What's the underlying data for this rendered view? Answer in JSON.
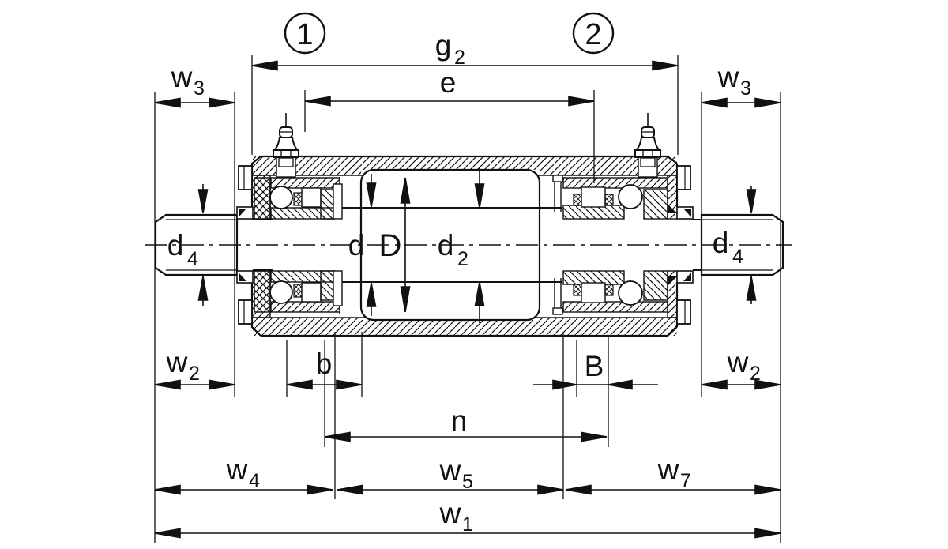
{
  "drawing": {
    "title": "bearing-unit-cross-section",
    "positions": {
      "pos1": "1",
      "pos2": "2"
    },
    "dimensions": {
      "w3_left": {
        "base": "w",
        "sub": "3"
      },
      "g2": {
        "base": "g",
        "sub": "2"
      },
      "e": {
        "base": "e",
        "sub": ""
      },
      "w3_right": {
        "base": "w",
        "sub": "3"
      },
      "d4_left": {
        "base": "d",
        "sub": "4"
      },
      "d": {
        "base": "d",
        "sub": ""
      },
      "D": {
        "base": "D",
        "sub": ""
      },
      "d2": {
        "base": "d",
        "sub": "2"
      },
      "d4_right": {
        "base": "d",
        "sub": "4"
      },
      "w2_left": {
        "base": "w",
        "sub": "2"
      },
      "b": {
        "base": "b",
        "sub": ""
      },
      "B": {
        "base": "B",
        "sub": ""
      },
      "w2_right": {
        "base": "w",
        "sub": "2"
      },
      "n": {
        "base": "n",
        "sub": ""
      },
      "w4": {
        "base": "w",
        "sub": "4"
      },
      "w5": {
        "base": "w",
        "sub": "5"
      },
      "w7": {
        "base": "w",
        "sub": "7"
      },
      "w1": {
        "base": "w",
        "sub": "1"
      }
    },
    "colors": {
      "line": "#111111",
      "background": "#ffffff"
    }
  }
}
